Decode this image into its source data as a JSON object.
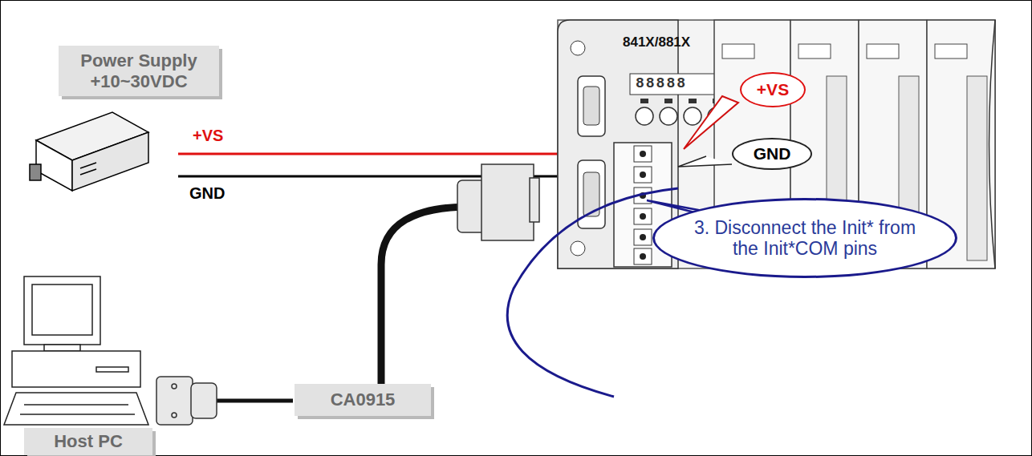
{
  "diagram": {
    "nodes": [
      {
        "text": [
          "Power Supply +10~30VDC"
        ]
      },
      {
        "text": [
          "+VS"
        ]
      },
      {
        "text": [
          "GND"
        ]
      },
      {
        "text": [
          "3. Disconnect the Init* from the Init*COM pins"
        ]
      },
      {
        "text": [
          "CA0915"
        ]
      },
      {
        "text": [
          "Host PC"
        ]
      }
    ],
    "labels": [
      "+VS",
      "GND",
      "841X/881X",
      "88888"
    ]
  }
}
